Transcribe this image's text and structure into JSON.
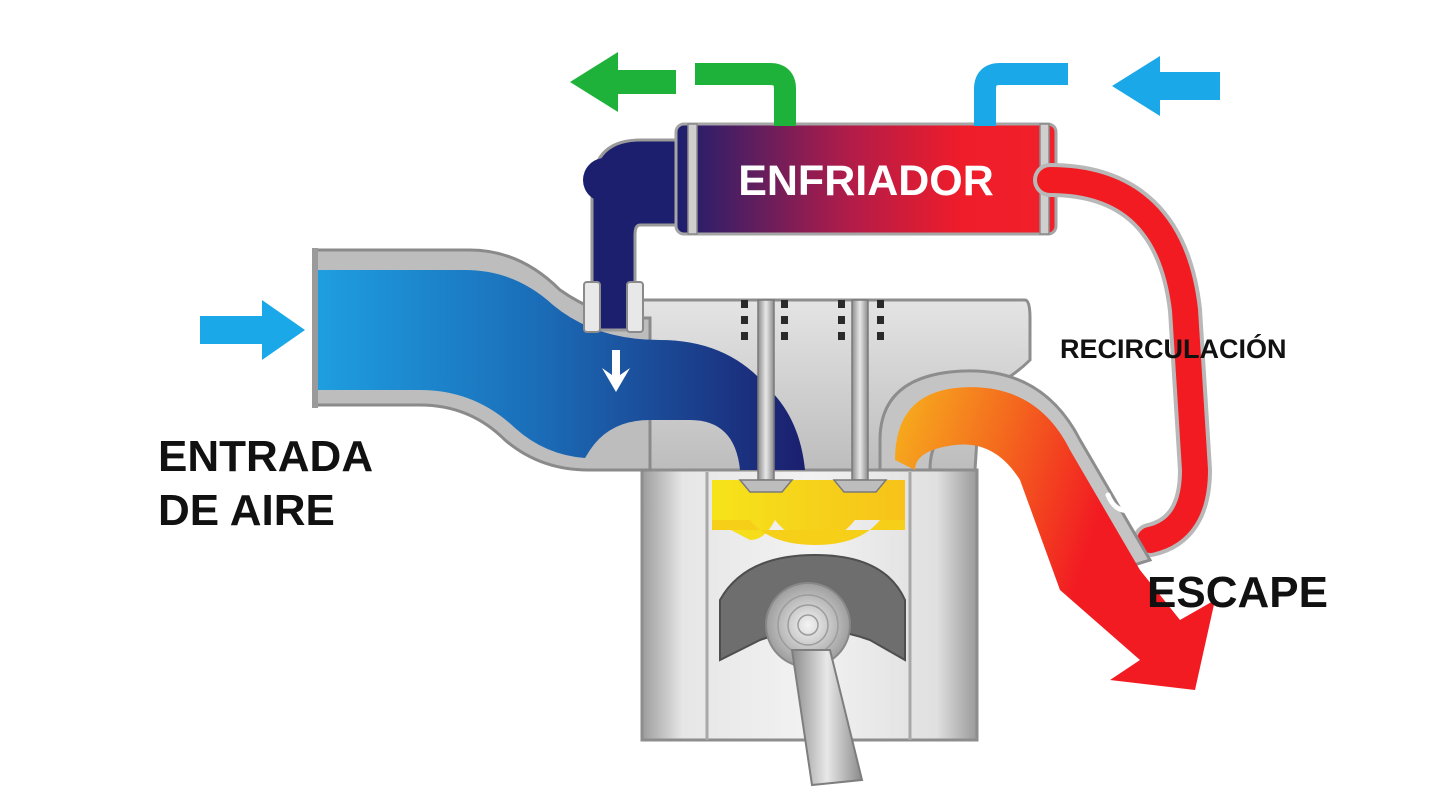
{
  "labels": {
    "cooler": "ENFRIADOR",
    "recirculation": "RECIRCULACIÓN",
    "intake_line1": "ENTRADA",
    "intake_line2": "DE AIRE",
    "exhaust": "ESCAPE"
  },
  "colors": {
    "intake_air": "#1a9be0",
    "intake_dark": "#1b1f6e",
    "cooler_hot": "#ef1c2a",
    "exhaust": "#f21b22",
    "exhaust_warm": "#f7b21d",
    "combustion": "#f6de18",
    "coolant_in": "#1aa8e8",
    "coolant_out": "#1fb23a",
    "metal": "#c9c9c9"
  },
  "icons": {
    "intake_arrow": "arrow-right",
    "coolant_in_arrow": "arrow-left",
    "coolant_out_arrow": "arrow-left",
    "egr_flow_arrow": "arrow-down",
    "exhaust_arrow": "arrow-down-right"
  }
}
